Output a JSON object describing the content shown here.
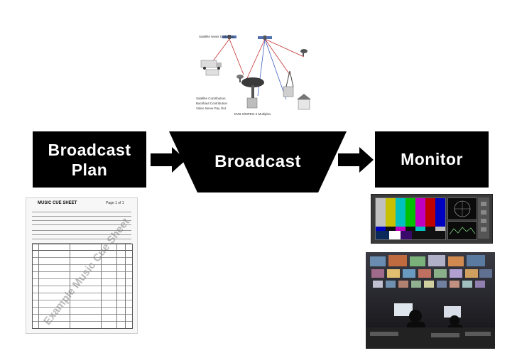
{
  "boxes": {
    "plan": {
      "line1": "Broadcast",
      "line2": "Plan"
    },
    "broadcast": {
      "label": "Broadcast"
    },
    "monitor": {
      "label": "Monitor"
    }
  },
  "satellite_diagram": {
    "labels": {
      "gathering": "Satellite News Gathering",
      "contribution": "Satellite Contribution",
      "backhaul": "Backhaul Contribution",
      "vod": "Video Serve Pay Out",
      "uplink": "DVB-S/MPEG-2 Multiplex"
    }
  },
  "cue_sheet": {
    "title": "MUSIC CUE SHEET",
    "watermark": "Example Music Cue Sheet",
    "page": "Page 1 of 1"
  },
  "colors": {
    "box": "#000000",
    "box_text": "#ffffff",
    "arrow": "#000000",
    "color_bars": [
      "#c0c0c0",
      "#c8c000",
      "#00c0c0",
      "#00c000",
      "#c000c0",
      "#c00000",
      "#0000c0"
    ]
  },
  "icons": [
    "satellite-icon",
    "dish-icon",
    "tower-icon",
    "house-icon",
    "truck-icon",
    "server-icon"
  ]
}
